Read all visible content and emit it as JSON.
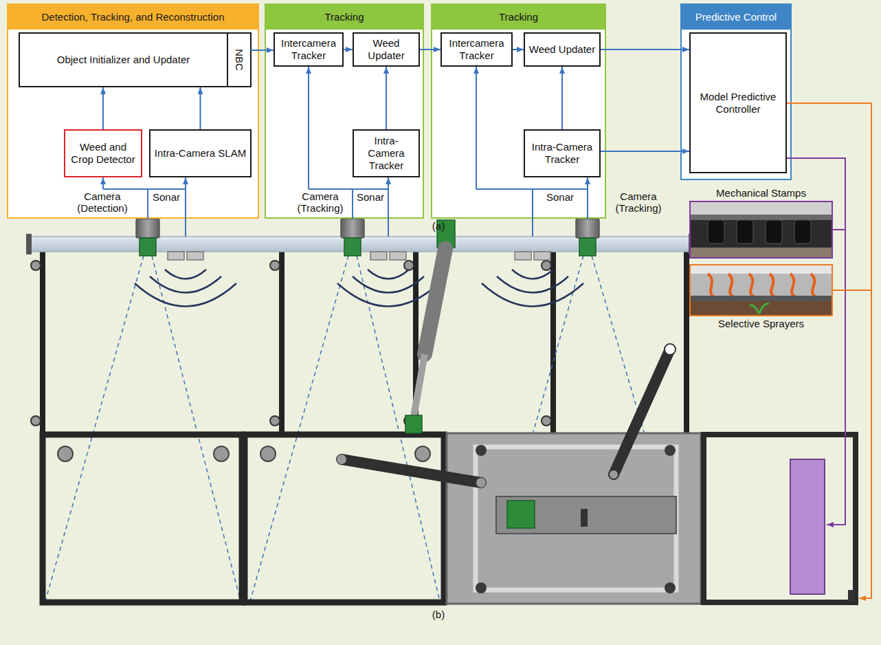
{
  "diagram": {
    "nodes": [
      {
        "text": [
          "Detection, Tracking, and Reconstruction"
        ]
      },
      {
        "text": [
          "Object Initializer and Updater"
        ],
        "in": 0
      },
      {
        "text": [
          "NBC"
        ],
        "in": 1
      },
      {
        "text": [
          "Weed and Crop Detector"
        ],
        "in": 0
      },
      {
        "text": [
          "Intra-Camera SLAM"
        ],
        "in": 0
      },
      {
        "text": [
          "Tracking"
        ]
      },
      {
        "text": [
          "Intercamera Tracker"
        ],
        "in": 5
      },
      {
        "text": [
          "Weed Updater"
        ],
        "in": 5
      },
      {
        "text": [
          "Intra-Camera Tracker"
        ],
        "in": 5
      },
      {
        "text": [
          "Tracking"
        ]
      },
      {
        "text": [
          "Intercamera Tracker"
        ],
        "in": 9
      },
      {
        "text": [
          "Weed Updater"
        ],
        "in": 9
      },
      {
        "text": [
          "Intra-Camera Tracker"
        ],
        "in": 9
      },
      {
        "text": [
          "Predictive Control"
        ]
      },
      {
        "text": [
          "Model Predictive Controller"
        ],
        "in": 13
      },
      {
        "text": [
          "Mechanical Stamps"
        ]
      },
      {
        "text": [
          "Selective Sprayers"
        ]
      }
    ],
    "edges": [
      {
        "from": 3,
        "to": 1,
        "arrow": "to"
      },
      {
        "from": 4,
        "to": 1,
        "arrow": "to"
      },
      {
        "from": 2,
        "to": 6,
        "arrow": "to"
      },
      {
        "from": 6,
        "to": 7,
        "arrow": "to"
      },
      {
        "from": 8,
        "to": 7,
        "arrow": "to"
      },
      {
        "from": 7,
        "to": 10,
        "arrow": "to"
      },
      {
        "from": 10,
        "to": 11,
        "arrow": "to"
      },
      {
        "from": 12,
        "to": 11,
        "arrow": "to"
      },
      {
        "from": 11,
        "to": 14,
        "arrow": "to"
      },
      {
        "from": 12,
        "to": 14,
        "arrow": "to"
      },
      {
        "from": 14,
        "to": 15,
        "arrow": "none"
      },
      {
        "from": 14,
        "to": 16,
        "arrow": "none"
      }
    ],
    "labels": [
      "(a)",
      "Camera (Detection)",
      "Sonar",
      "Camera (Tracking)",
      "Sonar",
      "Sonar",
      "Camera (Tracking)",
      "(b)"
    ]
  }
}
